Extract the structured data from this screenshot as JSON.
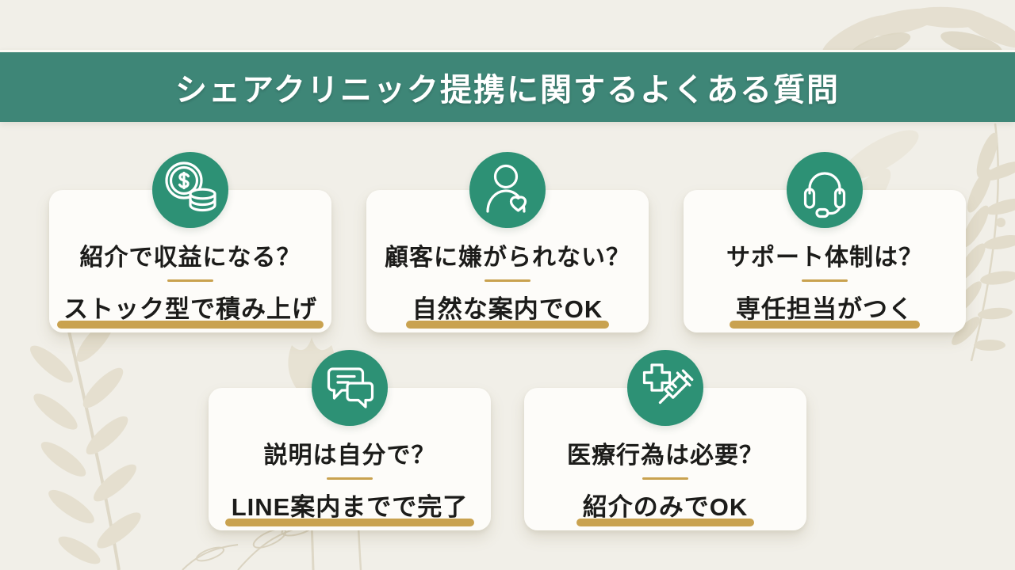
{
  "header": {
    "title": "シェアクリニック提携に関するよくある質問"
  },
  "colors": {
    "background": "#f1efe8",
    "banner": "#3e8677",
    "icon_circle": "#2d9175",
    "gold": "#c9a24f",
    "text": "#1c1c1a",
    "card": "#fdfcf9",
    "leaf": "#e3ddcc"
  },
  "cards": [
    {
      "icon": "coins-icon",
      "question": "紹介で収益になる？",
      "answer": "ストック型で積み上げ"
    },
    {
      "icon": "person-heart-icon",
      "question": "顧客に嫌がられない？",
      "answer": "自然な案内でOK"
    },
    {
      "icon": "headset-icon",
      "question": "サポート体制は？",
      "answer": "専任担当がつく"
    },
    {
      "icon": "chat-bubbles-icon",
      "question": "説明は自分で？",
      "answer": "LINE案内までで完了"
    },
    {
      "icon": "medical-cross-syringe-icon",
      "question": "医療行為は必要？",
      "answer": "紹介のみでOK"
    }
  ]
}
